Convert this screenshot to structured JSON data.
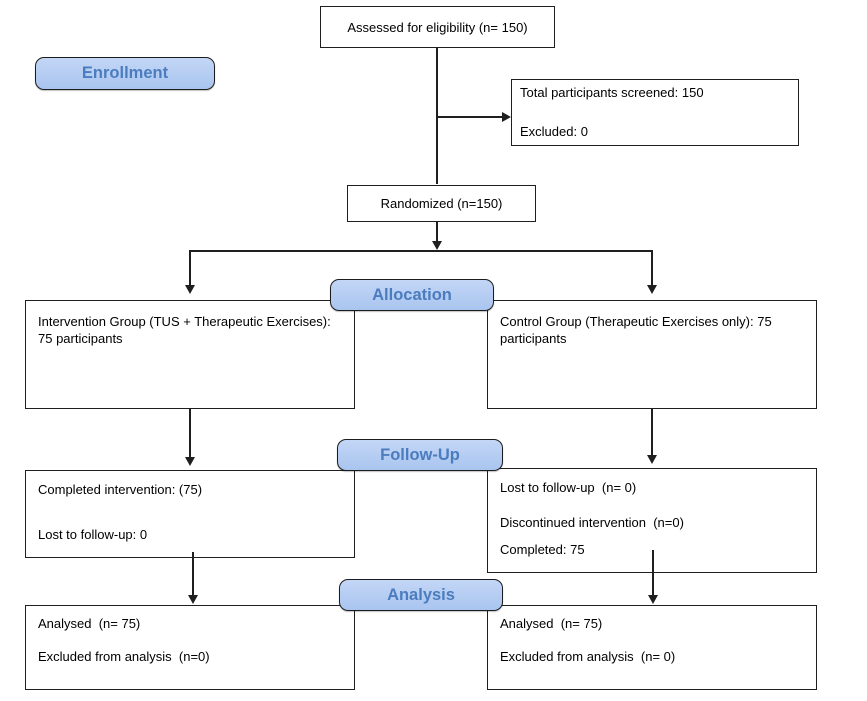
{
  "diagram": {
    "type": "consort-flow-chart",
    "stage_labels": {
      "enrollment": "Enrollment",
      "allocation": "Allocation",
      "followup": "Follow-Up",
      "analysis": "Analysis"
    },
    "boxes": {
      "assessed": {
        "text": "Assessed for eligibility (n= 150)"
      },
      "screened": {
        "lines": [
          "Total participants screened: 150",
          "Excluded: 0"
        ]
      },
      "randomized": {
        "text": "Randomized (n=150)"
      },
      "intervention_group": {
        "text": "Intervention Group (TUS + Therapeutic Exercises): 75 participants"
      },
      "control_group": {
        "text": "Control Group (Therapeutic Exercises only): 75 participants"
      },
      "followup_left": {
        "lines": [
          "Completed intervention: (75)",
          "Lost to follow-up: 0"
        ]
      },
      "followup_right": {
        "lines": [
          "Lost to follow-up  (n= 0)",
          "Discontinued intervention  (n=0)",
          "Completed: 75"
        ]
      },
      "analysis_left": {
        "lines": [
          "Analysed  (n= 75)",
          "Excluded from analysis  (n=0)"
        ]
      },
      "analysis_right": {
        "lines": [
          "Analysed  (n= 75)",
          "Excluded from analysis  (n= 0)"
        ]
      }
    },
    "counts": {
      "assessed": 150,
      "screened": 150,
      "excluded_at_screening": 0,
      "randomized": 150,
      "intervention_allocated": 75,
      "control_allocated": 75,
      "intervention_completed": 75,
      "intervention_lost_to_followup": 0,
      "control_lost_to_followup": 0,
      "control_discontinued": 0,
      "control_completed": 75,
      "analysed_per_group": 75,
      "excluded_from_analysis_per_group": 0
    },
    "colors": {
      "label_fill": "#aec9f0",
      "label_text": "#4b7cbe",
      "box_border": "#1f1f1f",
      "line": "#1f1f1f",
      "background": "#ffffff"
    }
  }
}
